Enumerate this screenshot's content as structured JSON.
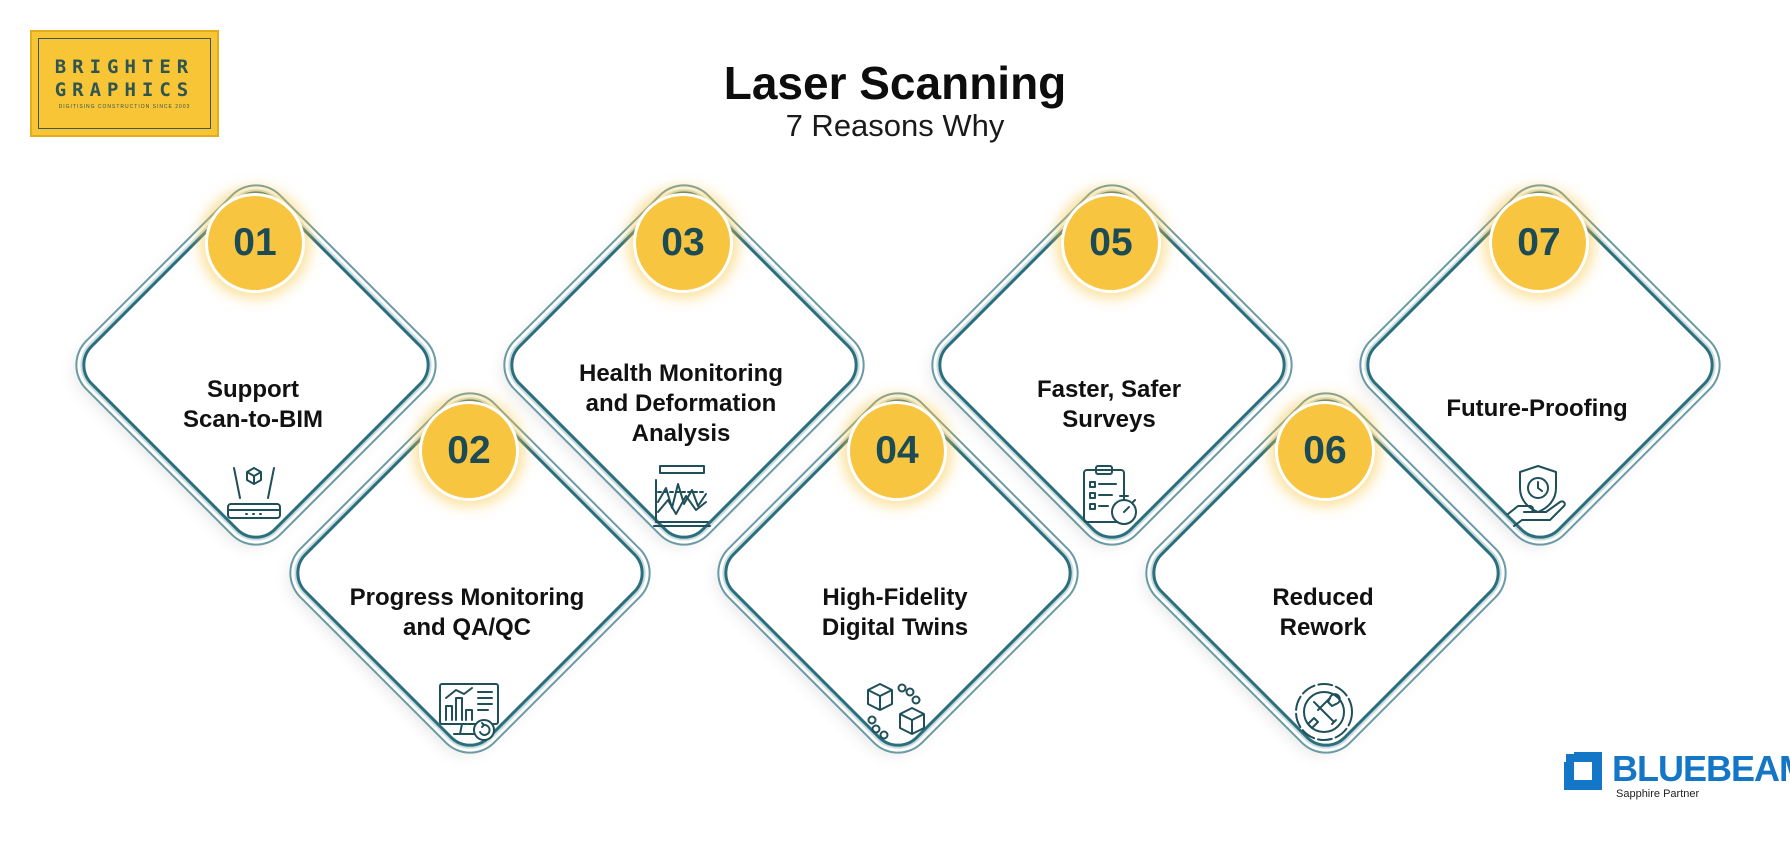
{
  "logo": {
    "line1": "BRIGHTER",
    "line2": "GRAPHICS",
    "tagline": "DIGITISING CONSTRUCTION SINCE 2003",
    "background": "#f8c537"
  },
  "title": "Laser Scanning",
  "subtitle": "7 Reasons Why",
  "reasons": [
    {
      "number": "01",
      "label": "Support\nScan-to-BIM",
      "icon": "scanner-cube-icon"
    },
    {
      "number": "02",
      "label": "Progress Monitoring\nand QA/QC",
      "icon": "monitor-analytics-icon"
    },
    {
      "number": "03",
      "label": "Health Monitoring\nand Deformation\nAnalysis",
      "icon": "deformation-chart-icon"
    },
    {
      "number": "04",
      "label": "High-Fidelity\nDigital Twins",
      "icon": "linked-cubes-icon"
    },
    {
      "number": "05",
      "label": "Faster, Safer\nSurveys",
      "icon": "clipboard-stopwatch-icon"
    },
    {
      "number": "06",
      "label": "Reduced\nRework",
      "icon": "tools-cycle-icon"
    },
    {
      "number": "07",
      "label": "Future-Proofing",
      "icon": "hand-shield-clock-icon"
    }
  ],
  "partner": {
    "name": "BLUEBEAM",
    "level": "Sapphire Partner",
    "color": "#1476c6"
  },
  "colors": {
    "accent": "#f7c540",
    "number_text": "#1d4b55",
    "frame": "#2b6e7c"
  }
}
